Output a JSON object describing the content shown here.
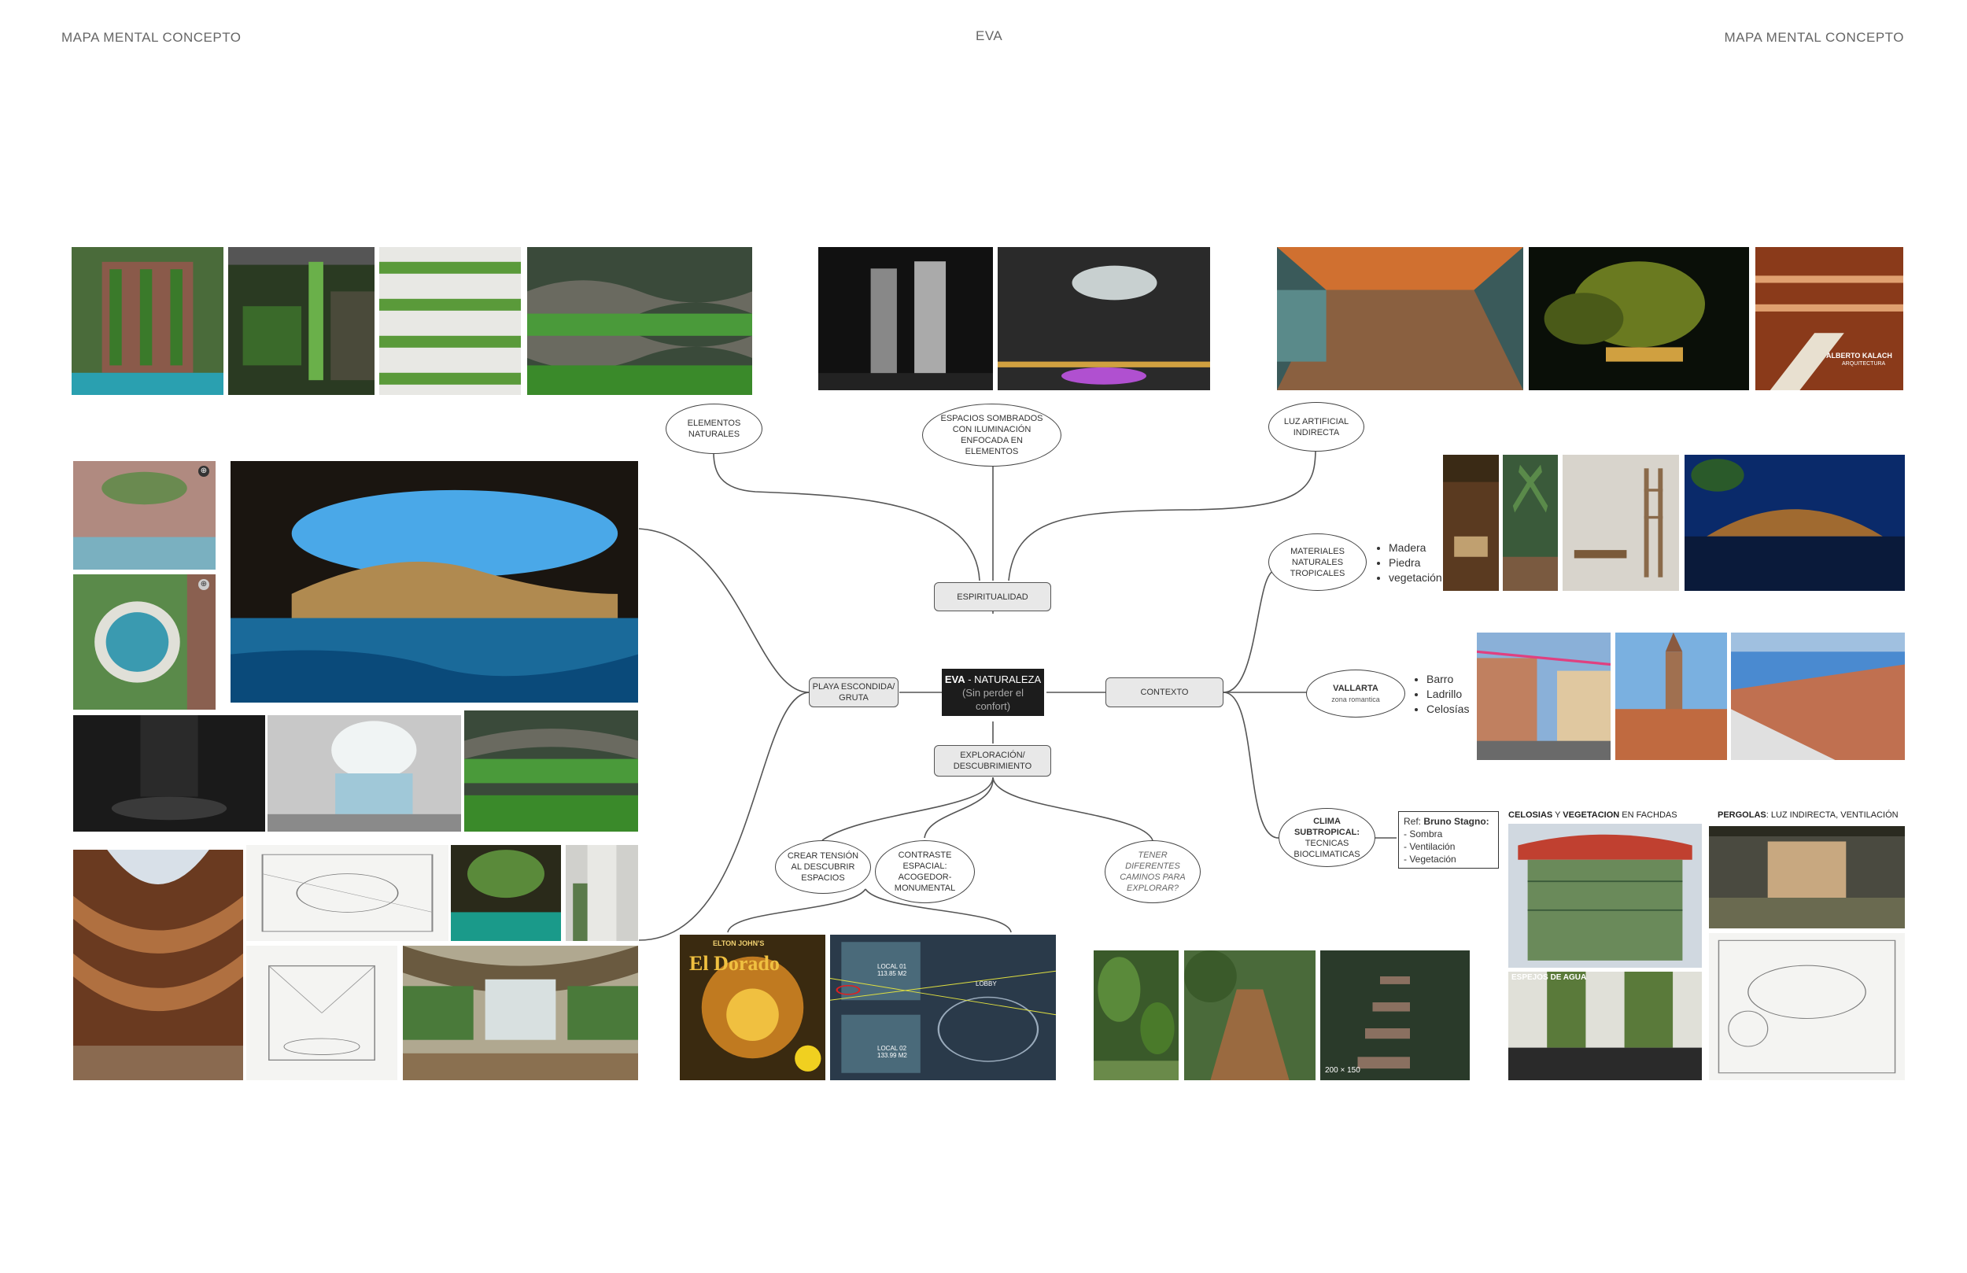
{
  "header": {
    "left": "MAPA MENTAL CONCEPTO",
    "center": "EVA",
    "right": "MAPA MENTAL CONCEPTO"
  },
  "center_node": {
    "title_bold": "EVA",
    "title_rest": " - NATURALEZA",
    "subtitle": "(Sin perder el\nconfort)"
  },
  "nodes": {
    "espiritualidad": "ESPIRITUALIDAD",
    "playa": "PLAYA ESCONDIDA/\nGRUTA",
    "contexto": "CONTEXTO",
    "exploracion": "EXPLORACIÓN/\nDESCUBRIMIENTO",
    "elementos": "ELEMENTOS\nNATURALES",
    "espacios": "ESPACIOS SOMBRADOS\nCON ILUMINACIÓN\nENFOCADA EN\nELEMENTOS",
    "luz": "LUZ ARTIFICIAL\nINDIRECTA",
    "materiales": "MATERIALES\nNATURALES\nTROPICALES",
    "vallarta_title": "VALLARTA",
    "vallarta_sub": "zona romantica",
    "clima_title": "CLIMA\nSUBTROPICAL:",
    "clima_sub": "TECNICAS\nBIOCLIMATICAS",
    "crear": "CREAR TENSIÓN\nAL DESCUBRIR\nESPACIOS",
    "contraste": "CONTRASTE\nESPACIAL:\nACOGEDOR-\nMONUMENTAL",
    "tener": "TENER DIFERENTES\nCAMINOS PARA\nEXPLORAR?"
  },
  "lists": {
    "materiales": [
      "Madera",
      "Piedra",
      "vegetación"
    ],
    "vallarta": [
      "Barro",
      "Ladrillo",
      "Celosías"
    ]
  },
  "ref_box": {
    "prefix": "Ref: ",
    "name": "Bruno Stagno:",
    "items": [
      "- Sombra",
      "- Ventilación",
      "- Vegetación"
    ]
  },
  "captions": {
    "celosias_bold": "CELOSIAS",
    "celosias_mid": " Y ",
    "vegetacion_bold": "VEGETACION",
    "celosias_rest": " EN FACHDAS",
    "pergolas_bold": "PERGOLAS",
    "pergolas_rest": ": LUZ INDIRECTA, VENTILACIÓN",
    "espejos": "ESPEJOS DE AGUA",
    "kalach_name": "ALBERTO KALACH",
    "kalach_sub": "ARQUITECTURA",
    "eldorado_top": "ELTON JOHN'S",
    "eldorado_title": "El Dorado",
    "local1": "LOCAL 01\n113.85 M2",
    "local2": "LOCAL 02\n133.99 M2",
    "lobby": "LOBBY",
    "size_badge": "200 × 150"
  },
  "colors": {
    "center_bg": "#1c1c1c",
    "box_bg": "#e8e8e8",
    "line": "#555555"
  }
}
